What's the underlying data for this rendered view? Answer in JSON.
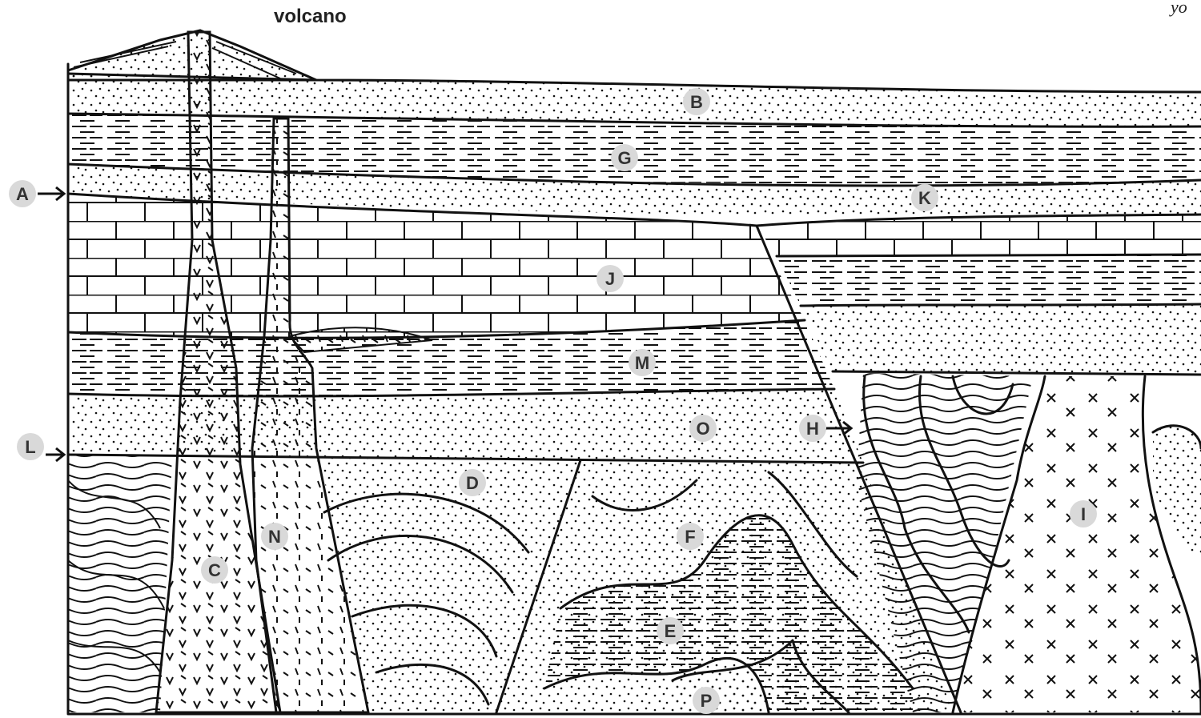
{
  "title": "volcano",
  "corner_mark": "yo",
  "labels": {
    "A": "A",
    "B": "B",
    "C": "C",
    "D": "D",
    "E": "E",
    "F": "F",
    "G": "G",
    "H": "H",
    "I": "I",
    "J": "J",
    "K": "K",
    "L": "L",
    "M": "M",
    "N": "N",
    "O": "O",
    "P": "P"
  },
  "pattern_names": [
    "dots",
    "dashes",
    "bricks",
    "v-marks",
    "ticks",
    "crosses"
  ],
  "colors": {
    "ink": "#111111",
    "label_badge": "#d9d9d9",
    "label_text": "#333333"
  }
}
